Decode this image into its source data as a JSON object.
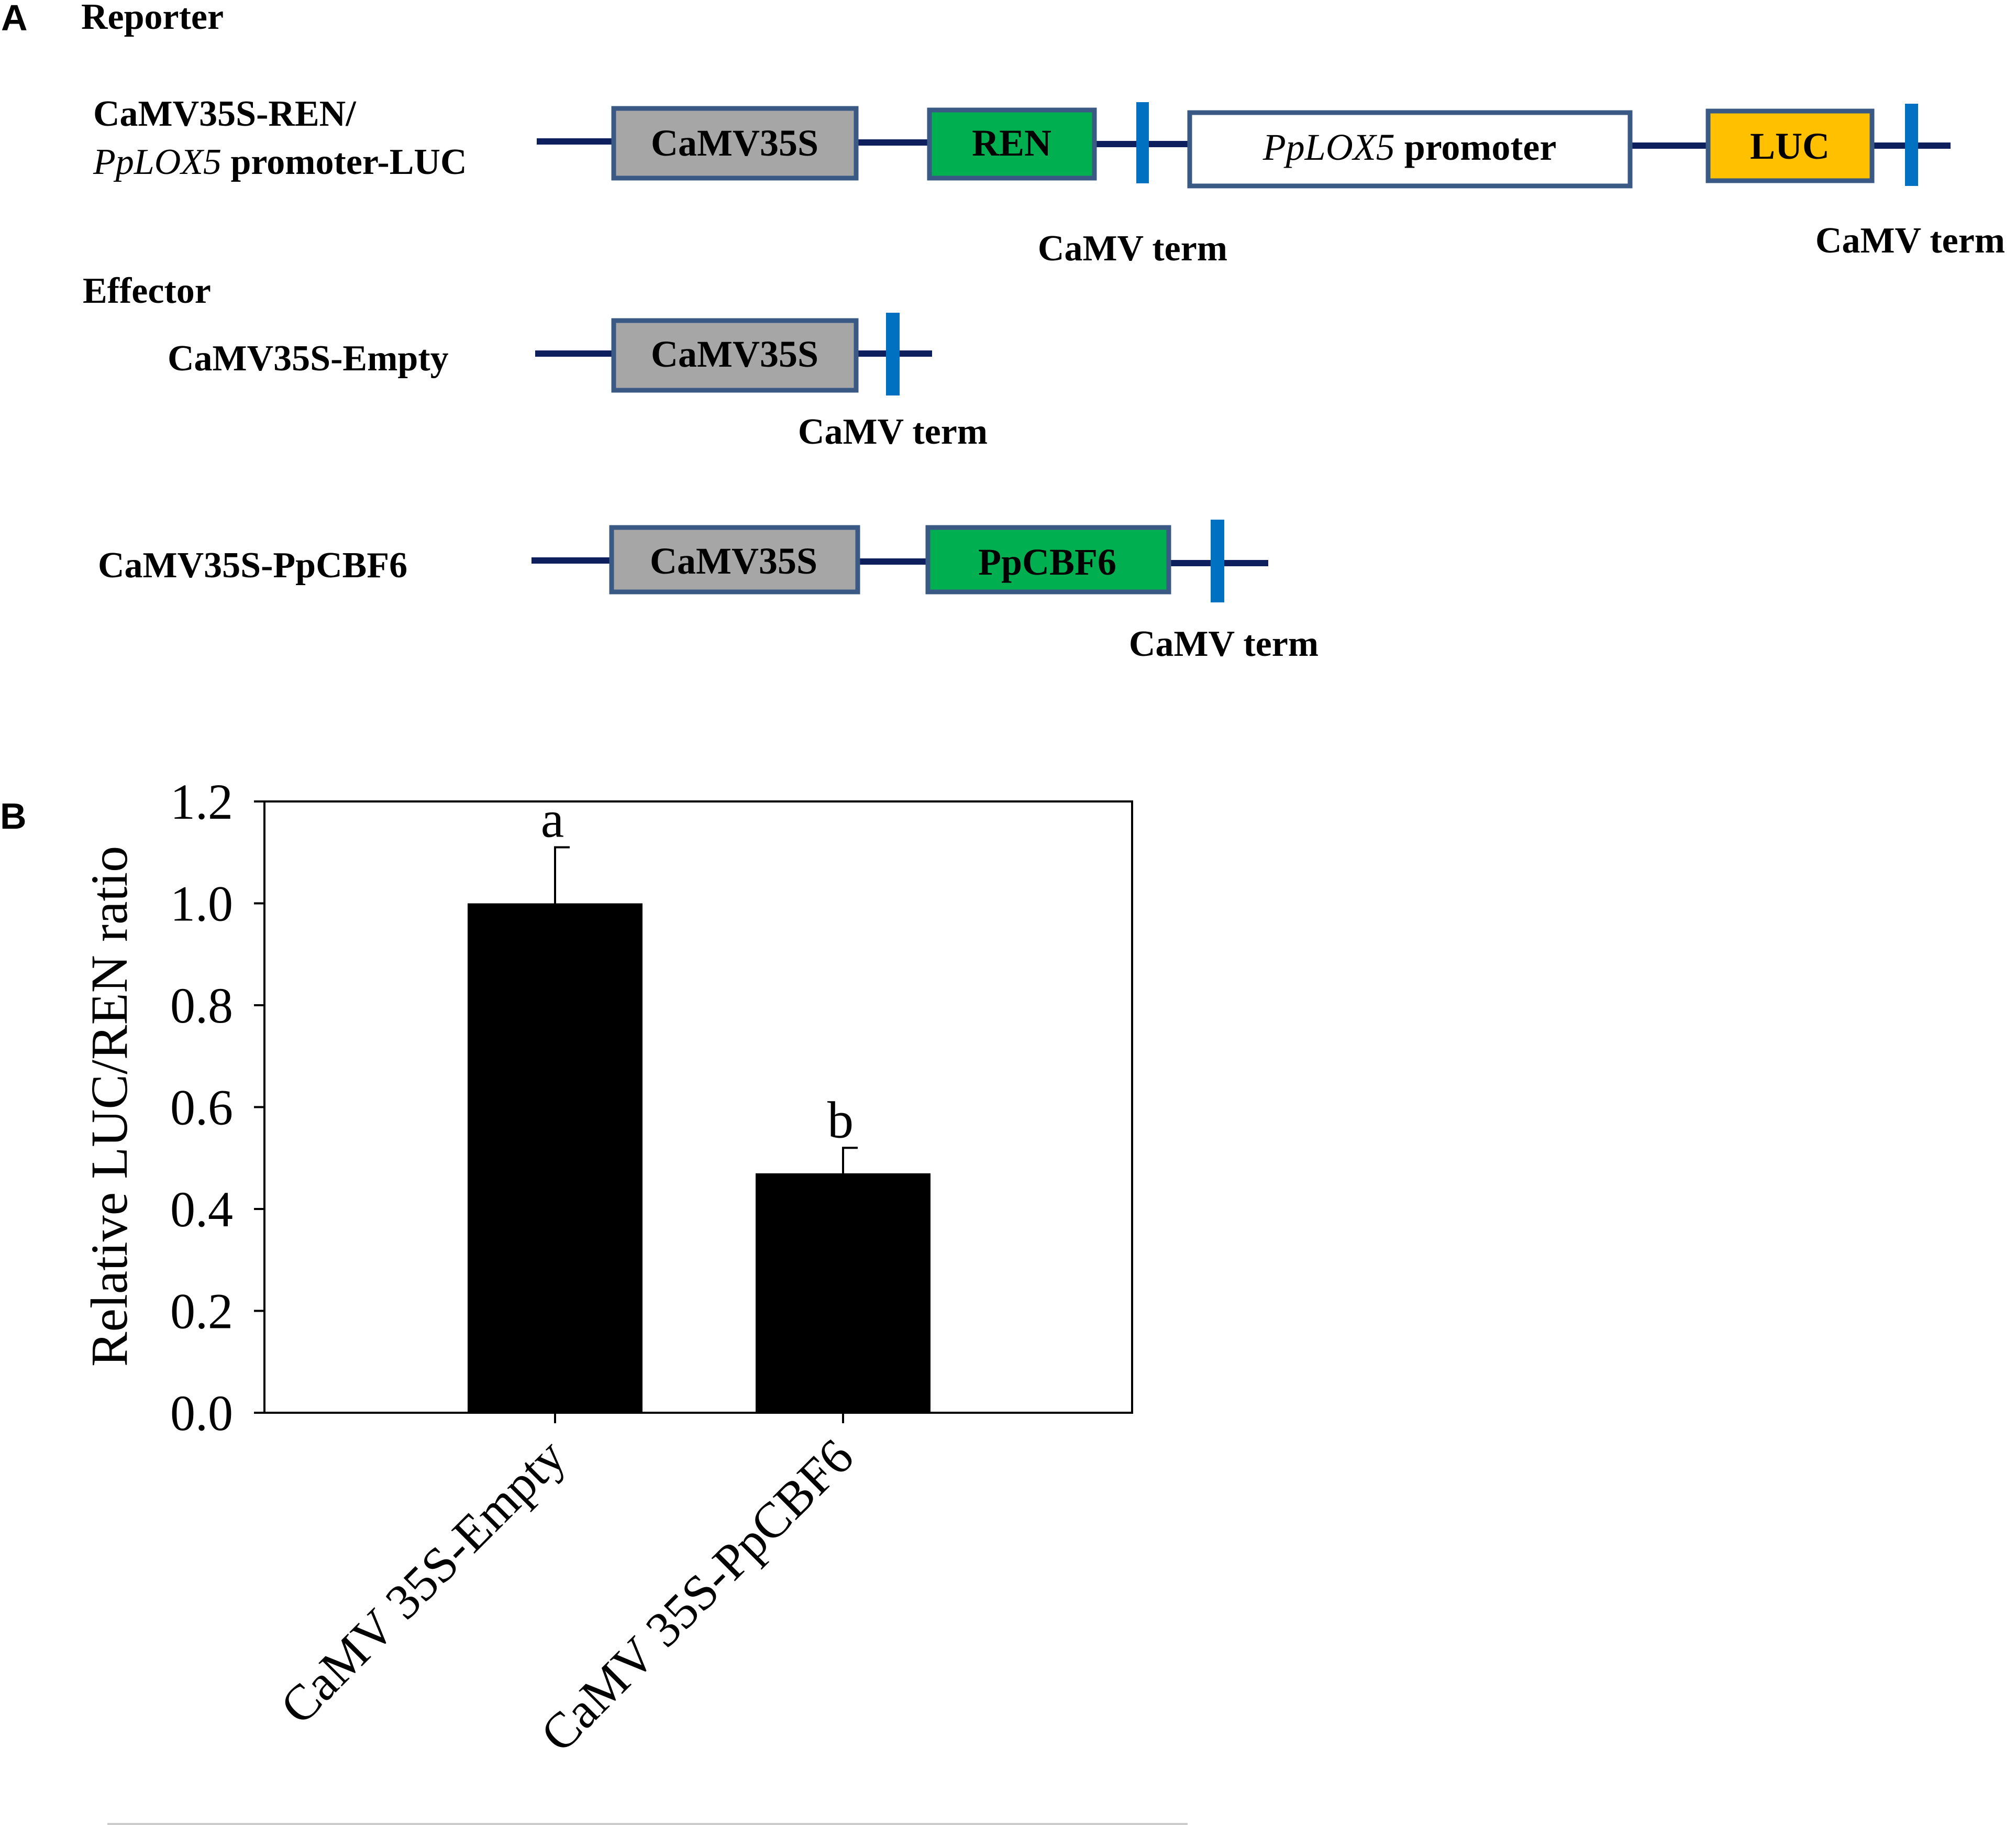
{
  "panels": {
    "a": {
      "letter": "A",
      "reporter_heading": "Reporter",
      "effector_heading": "Effector",
      "constructs": {
        "reporter": {
          "label_line1": "CaMV35S-REN/",
          "label_line2_italic": "PpLOX5",
          "label_line2_rest": " promoter-LUC",
          "box_promoter": "CaMV35S",
          "box_ren": "REN",
          "box_lox_italic": "PpLOX5",
          "box_lox_rest": " promoter",
          "box_luc": "LUC",
          "term1": "CaMV term",
          "term2": "CaMV term"
        },
        "empty": {
          "label": "CaMV35S-Empty",
          "box_promoter": "CaMV35S",
          "term": "CaMV term"
        },
        "cbf6": {
          "label": "CaMV35S-PpCBF6",
          "box_promoter": "CaMV35S",
          "box_gene": "PpCBF6",
          "term": "CaMV term"
        }
      },
      "colors": {
        "line": "#0d1f5c",
        "box_border": "#3a5a85",
        "promoter_fill": "#a6a6a6",
        "gene_fill": "#00b050",
        "luc_fill": "#ffc000",
        "terminator": "#0070c0"
      }
    },
    "b": {
      "letter": "B"
    }
  },
  "chart_data": {
    "type": "bar",
    "categories": [
      "CaMV 35S-Empty",
      "CaMV 35S-PpCBF6"
    ],
    "values": [
      1.0,
      0.47
    ],
    "errors": [
      0.11,
      0.05
    ],
    "significance": [
      "a",
      "b"
    ],
    "ylabel": "Relative LUC/REN ratio",
    "ylim": [
      0,
      1.2
    ],
    "yticks": [
      "0.0",
      "0.2",
      "0.4",
      "0.6",
      "0.8",
      "1.0",
      "1.2"
    ],
    "bar_color": "#000000",
    "grid": false
  }
}
